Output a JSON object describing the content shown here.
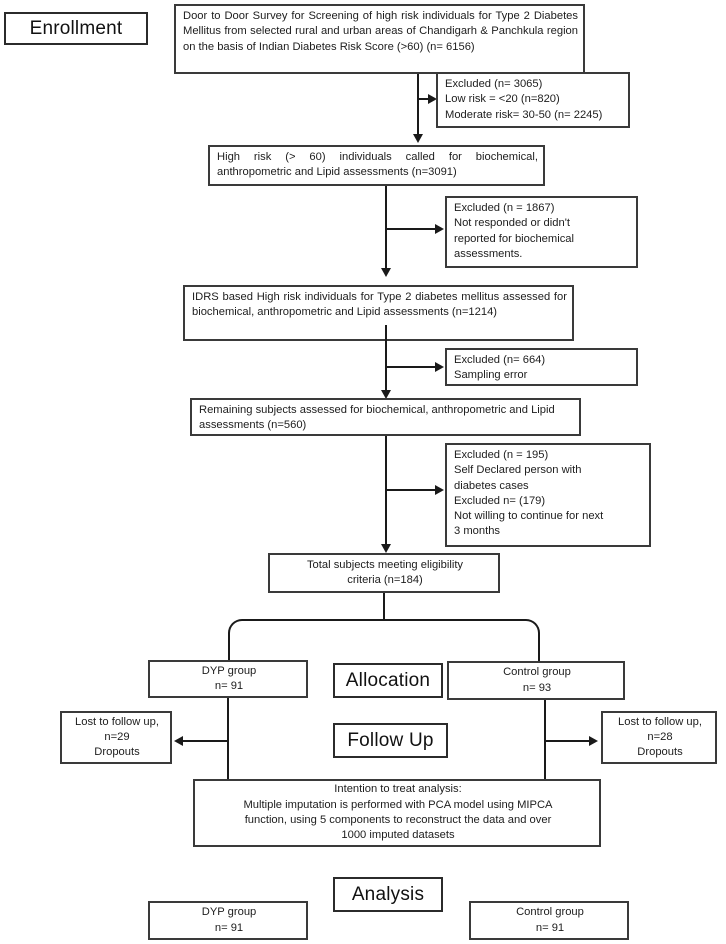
{
  "diagram": {
    "title": "CONSORT-style participant flow diagram",
    "stages": {
      "enrollment": "Enrollment",
      "allocation": "Allocation",
      "follow_up": "Follow Up",
      "analysis": "Analysis"
    },
    "nodes": {
      "screening": "Door to Door Survey for  Screening of high risk individuals for Type 2 Diabetes Mellitus from selected rural and urban areas of  Chandigarh & Panchkula region on the basis of Indian Diabetes Risk Score (>60)  (n= 6156)",
      "excluded_1_line_1": "Excluded  (n= 3065)",
      "excluded_1_line_2": "Low risk = <20 (n=820)",
      "excluded_1_line_3": "Moderate risk= 30-50 (n= 2245)",
      "high_risk_called": "High risk (> 60) individuals called for biochemical, anthropometric and Lipid  assessments (n=3091)",
      "excluded_2_line_1": "Excluded (n = 1867)",
      "excluded_2_line_2": "Not responded or didn't",
      "excluded_2_line_3": "reported for biochemical",
      "excluded_2_line_4": "assessments.",
      "idrs_assessed": "IDRS based High risk individuals for Type 2 diabetes mellitus assessed for biochemical, anthropometric and Lipid  assessments (n=1214)",
      "excluded_3_line_1": "Excluded (n= 664)",
      "excluded_3_line_2": "Sampling error",
      "remaining_subjects": "Remaining subjects assessed for biochemical, anthropometric and Lipid  assessments (n=560)",
      "excluded_4_line_1": "Excluded (n = 195)",
      "excluded_4_line_2": "Self Declared person with",
      "excluded_4_line_3": "diabetes cases",
      "excluded_4_line_4": "Excluded n= (179)",
      "excluded_4_line_5": "Not willing to continue for next",
      "excluded_4_line_6": "3 months",
      "eligible_line_1": "Total subjects meeting eligibility",
      "eligible_line_2": "criteria (n=184)",
      "alloc_dyp_line_1": "DYP group",
      "alloc_dyp_line_2": "n= 91",
      "alloc_control_line_1": "Control group",
      "alloc_control_line_2": "n= 93",
      "lost_left_line_1": "Lost to follow up,",
      "lost_left_line_2": "n=29",
      "lost_left_line_3": "Dropouts",
      "lost_right_line_1": "Lost to follow up,",
      "lost_right_line_2": "n=28",
      "lost_right_line_3": "Dropouts",
      "itt_line_1": "Intention to treat analysis:",
      "itt_line_2": "Multiple imputation is performed with PCA model using MIPCA",
      "itt_line_3": "function, using 5 components to reconstruct the data and over",
      "itt_line_4": "1000 imputed datasets",
      "analysis_dyp_line_1": "DYP group",
      "analysis_dyp_line_2": "n= 91",
      "analysis_control_line_1": "Control  group",
      "analysis_control_line_2": "n= 91"
    },
    "colors": {
      "border": "#3a3a3a",
      "text": "#1d1d1d",
      "background": "#ffffff",
      "connector": "#1a1a1a"
    }
  }
}
